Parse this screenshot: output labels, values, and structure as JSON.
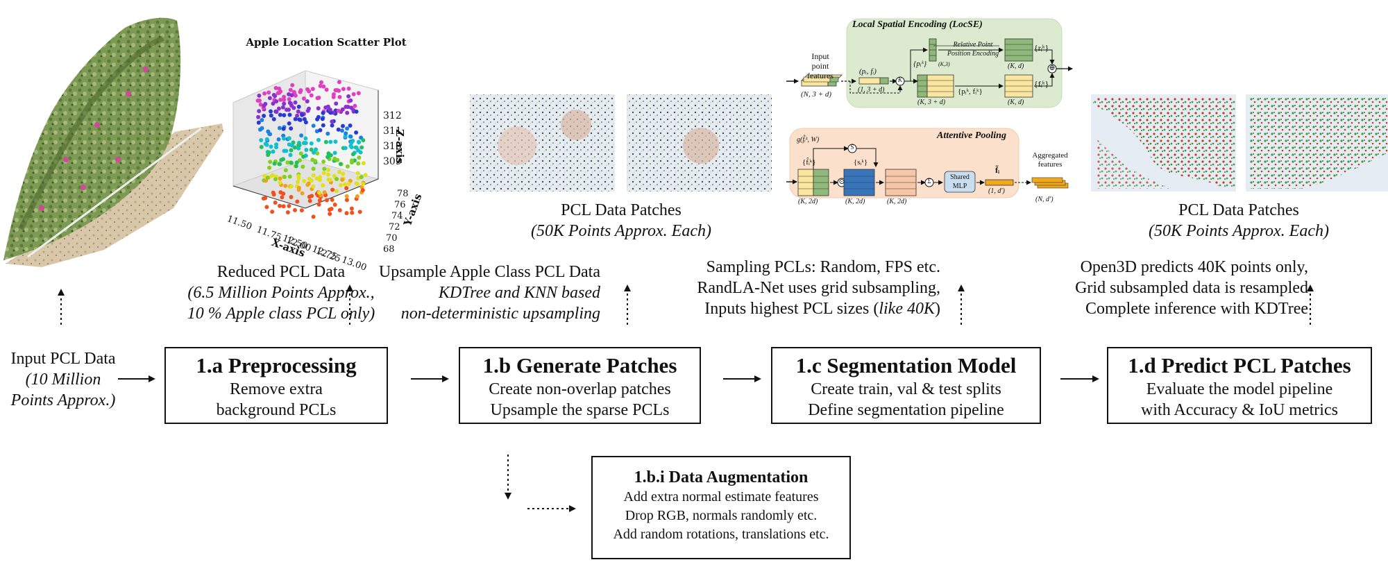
{
  "scatter": {
    "title": "Apple Location Scatter Plot",
    "xlabel": "X-axis",
    "ylabel": "Y-axis",
    "zlabel": "Z-axis",
    "xticks": [
      "11.50",
      "11.75",
      "12.00",
      "12.25",
      "12.50",
      "12.75",
      "13.00"
    ],
    "yticks": [
      "68",
      "70",
      "72",
      "74",
      "76",
      "78"
    ],
    "zticks": [
      "309",
      "310",
      "311",
      "312"
    ]
  },
  "captions": {
    "patches_1_title": "PCL Data Patches",
    "patches_1_sub": "(50K Points Approx. Each)",
    "patches_2_title": "PCL Data Patches",
    "patches_2_sub": "(50K Points Approx. Each)",
    "reduced_title": "Reduced PCL Data",
    "reduced_line2": "(6.5 Million Points Approx.,",
    "reduced_line3": "10 % Apple class PCL only)",
    "upsample_title": "Upsample Apple Class PCL Data",
    "upsample_line2": "KDTree and KNN based",
    "upsample_line3": "non-deterministic upsampling",
    "sampling_line1": "Sampling PCLs: Random, FPS etc.",
    "sampling_line2": "RandLA-Net uses grid subsampling,",
    "sampling_line3a": "Inputs highest PCL sizes (",
    "sampling_line3b": "like 40K",
    "sampling_line3c": ")",
    "open3d_line1": "Open3D predicts 40K points only,",
    "open3d_line2": "Grid subsampled data is resampled",
    "open3d_line3": "Complete inference with KDTree",
    "input_line1": "Input PCL Data",
    "input_line2": "(10 Million",
    "input_line3": "Points Approx.)"
  },
  "steps": [
    {
      "title": "1.a Preprocessing",
      "line1": "Remove extra",
      "line2": "background PCLs"
    },
    {
      "title": "1.b Generate Patches",
      "line1": "Create non-overlap patches",
      "line2": "Upsample the sparse PCLs"
    },
    {
      "title": "1.c Segmentation Model",
      "line1": "Create train, val & test splits",
      "line2": "Define segmentation pipeline"
    },
    {
      "title": "1.d Predict PCL Patches",
      "line1": "Evaluate the model pipeline",
      "line2": "with Accuracy & IoU metrics"
    }
  ],
  "augmentation": {
    "title": "1.b.i Data Augmentation",
    "line1": "Add extra normal estimate features",
    "line2": "Drop RGB, normals randomly etc.",
    "line3": "Add random rotations, translations etc."
  },
  "randla": {
    "locse_title": "Local Spatial Encoding (LocSE)",
    "attn_title": "Attentive Pooling",
    "input_label_1": "Input",
    "input_label_2": "point features",
    "input_dim": "(N, 3 + d)",
    "pf_label": "(pᵢ, fᵢ)",
    "pf_dim": "(1, 3 + d)",
    "pk_label": "{pᵢᵏ}",
    "pk_dim": "(K,3)",
    "rel_line1": "Relative Point",
    "rel_line2": "Position Encoding",
    "r_label": "{rᵢᵏ}",
    "kd_dim": "(K, d)",
    "k3d_dim": "(K, 3 + d)",
    "pkfk_label": "{pᵢᵏ, fᵢᵏ}",
    "fk_label": "{fᵢᵏ}",
    "kd_dim_2": "(K, d)",
    "g_label": "g(f̂ᵢᵏ, W)",
    "fhat_label": "{f̂ᵢᵏ}",
    "s_label": "{sᵢᵏ}",
    "k2d_1": "(K, 2d)",
    "k2d_2": "(K, 2d)",
    "k2d_3": "(K, 2d)",
    "mlp_1": "Shared",
    "mlp_2": "MLP",
    "ftilde_label": "f̃ᵢ",
    "ftilde_dim": "(1, d′)",
    "agg_1": "Aggregated",
    "agg_2": "features",
    "agg_dim": "(N, d′)",
    "k_symbol": "K",
    "s_symbol": "S",
    "dot_symbol": "⊙",
    "plus_symbol": "⊕",
    "sum_symbol": "Σ"
  },
  "colors": {
    "locse_bg": "#dcebd0",
    "attn_bg": "#fbe0cc",
    "feat_yellow": "#fbe6a0",
    "feat_green": "#8fb97a",
    "feat_blue": "#3a74b8",
    "feat_peach": "#f6c6a6",
    "out_orange": "#f0a91c",
    "mlp_blue": "#c9ddf0"
  }
}
